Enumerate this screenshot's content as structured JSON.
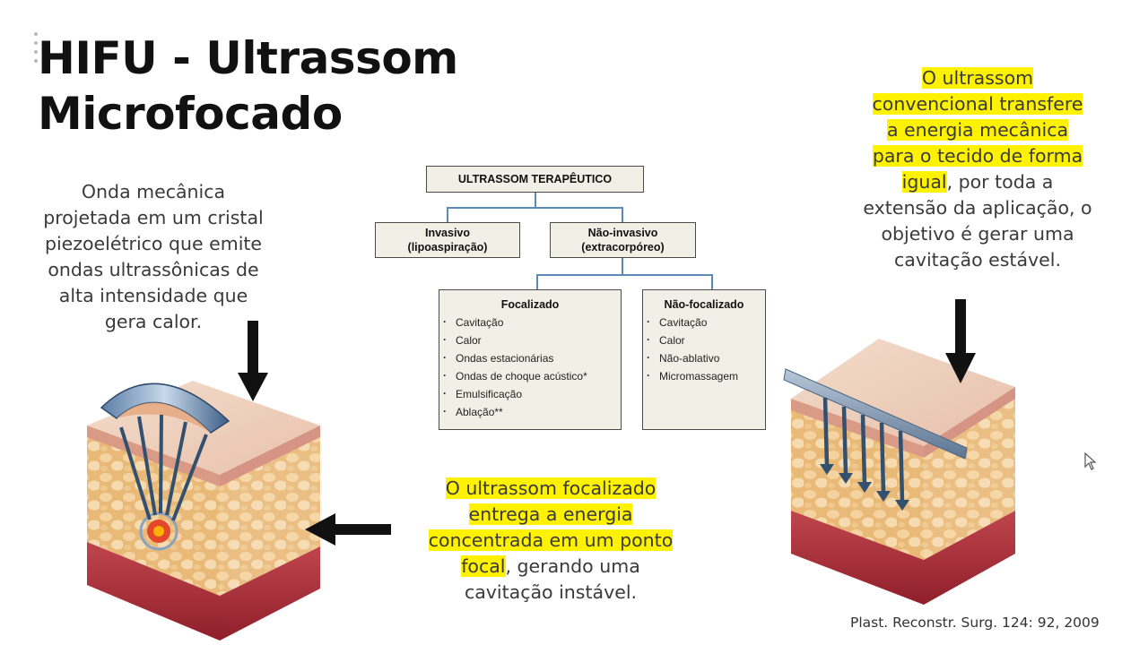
{
  "slide": {
    "title_lines": [
      "HIFU - Ultrassom",
      "Microfocado"
    ],
    "left_text_lines": [
      "Onda mecânica",
      "projetada em um cristal",
      "piezoelétrico que emite",
      "ondas ultrassônicas de",
      "alta intensidade que",
      "gera calor."
    ],
    "right_text": {
      "hl_lines": [
        "O ultrassom",
        "convencional transfere",
        "a energia mecânica",
        "para o tecido de forma"
      ],
      "hl_part": "igual",
      "rest_part": ", por toda a",
      "plain_lines": [
        "extensão da aplicação, o",
        "objetivo é gerar uma",
        "cavitação estável."
      ]
    },
    "bottom_text": {
      "hl_lines": [
        "O ultrassom focalizado",
        "entrega a energia",
        "concentrada em um ponto"
      ],
      "hl_part": "focal",
      "rest_part": ", gerando uma",
      "plain_lines": [
        "cavitação instável."
      ]
    },
    "citation": "Plast. Reconstr. Surg. 124: 92, 2009",
    "highlight_color": "#fff200"
  },
  "flowchart": {
    "top": "ULTRASSOM TERAPÊUTICO",
    "invasive": {
      "line1": "Invasivo",
      "line2": "(lipoaspiração)"
    },
    "noninvasive": {
      "line1": "Não-invasivo",
      "line2": "(extracorpóreo)"
    },
    "focused": {
      "title": "Focalizado",
      "items": [
        "Cavitação",
        "Calor",
        "Ondas estacionárias",
        "Ondas de choque acústico*",
        "Emulsificação",
        "Ablação**"
      ]
    },
    "unfocused": {
      "title": "Não-focalizado",
      "items": [
        "Cavitação",
        "Calor",
        "Não-ablativo",
        "Micromassagem"
      ]
    },
    "connector_color": "#5b8ab8"
  },
  "icons": {
    "left_illustration": "focused-ultrasound-skin-block-illustration",
    "right_illustration": "conventional-ultrasound-skin-block-illustration",
    "arrows": "black-arrow-icon",
    "cursor": "mouse-pointer-icon"
  }
}
